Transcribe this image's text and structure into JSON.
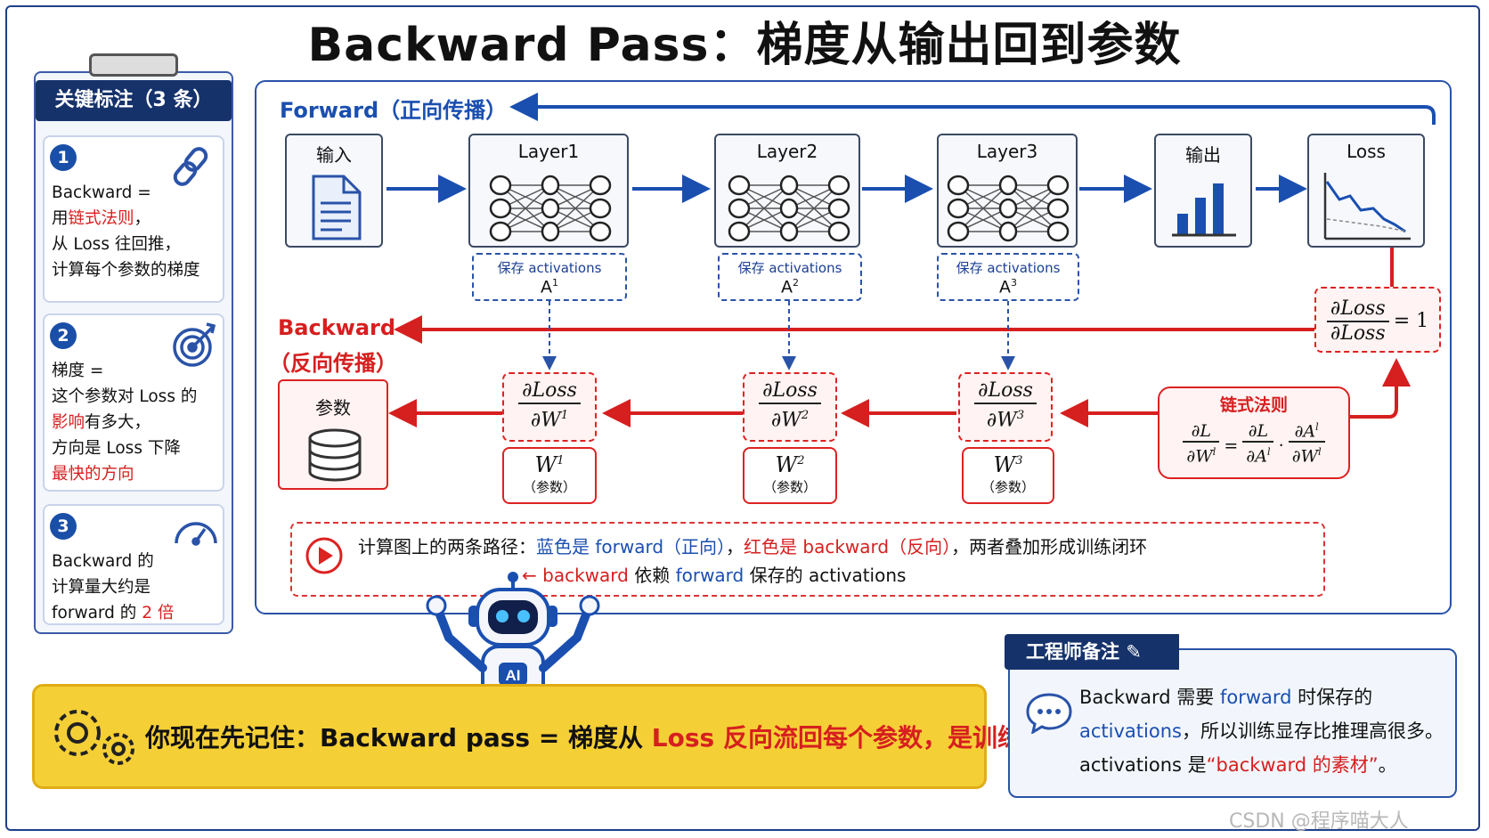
{
  "title": "Backward Pass：梯度从输出回到参数",
  "sidebar": {
    "header": "关键标注（3 条）",
    "items": [
      {
        "num": "1",
        "icon": "chain-link-icon",
        "lines": [
          [
            {
              "t": "Backward =",
              "c": ""
            }
          ],
          [
            {
              "t": "用",
              "c": ""
            },
            {
              "t": "链式法则",
              "c": "red"
            },
            {
              "t": "，",
              "c": ""
            }
          ],
          [
            {
              "t": "从 Loss 往回推，",
              "c": ""
            }
          ],
          [
            {
              "t": "计算每个参数的梯度",
              "c": ""
            }
          ]
        ]
      },
      {
        "num": "2",
        "icon": "target-icon",
        "lines": [
          [
            {
              "t": "梯度 =",
              "c": ""
            }
          ],
          [
            {
              "t": "这个参数对 Loss 的",
              "c": ""
            }
          ],
          [
            {
              "t": "影响",
              "c": "red"
            },
            {
              "t": "有多大，",
              "c": ""
            }
          ],
          [
            {
              "t": "方向是 Loss 下降",
              "c": ""
            }
          ],
          [
            {
              "t": "最快的方向",
              "c": "red"
            }
          ]
        ]
      },
      {
        "num": "3",
        "icon": "speedometer-icon",
        "lines": [
          [
            {
              "t": "Backward 的",
              "c": ""
            }
          ],
          [
            {
              "t": "计算量大约是",
              "c": ""
            }
          ],
          [
            {
              "t": "forward 的 ",
              "c": ""
            },
            {
              "t": "2 倍",
              "c": "red"
            }
          ]
        ]
      }
    ]
  },
  "forward_label": "Forward（正向传播）",
  "backward_label_1": "Backward",
  "backward_label_2": "（反向传播）",
  "nodes": {
    "input": "输入",
    "layer1": "Layer1",
    "layer2": "Layer2",
    "layer3": "Layer3",
    "output": "输出",
    "loss": "Loss",
    "params": "参数"
  },
  "activations": [
    {
      "label": "保存 activations",
      "sym": "A",
      "sup": "1"
    },
    {
      "label": "保存 activations",
      "sym": "A",
      "sup": "2"
    },
    {
      "label": "保存 activations",
      "sym": "A",
      "sup": "3"
    }
  ],
  "gradients": [
    {
      "num": "∂Loss",
      "den": "∂W",
      "sup": "1"
    },
    {
      "num": "∂Loss",
      "den": "∂W",
      "sup": "2"
    },
    {
      "num": "∂Loss",
      "den": "∂W",
      "sup": "3"
    }
  ],
  "weights": [
    {
      "sym": "W",
      "sup": "1",
      "label": "（参数）"
    },
    {
      "sym": "W",
      "sup": "2",
      "label": "（参数）"
    },
    {
      "sym": "W",
      "sup": "3",
      "label": "（参数）"
    }
  ],
  "dloss": {
    "num": "∂Loss",
    "den": "∂Loss",
    "rhs": "= 1"
  },
  "chain_rule": {
    "title": "链式法则",
    "l1_num": "∂L",
    "l1_den": "∂W",
    "r1_num": "∂L",
    "r1_den": "∂A",
    "r2_num": "∂A",
    "r2_den": "∂W",
    "sup": "l",
    "eq": "=",
    "dot": "·"
  },
  "note": {
    "line1": [
      {
        "t": "计算图上的两条路径：",
        "c": ""
      },
      {
        "t": "蓝色是 forward（正向）",
        "c": "blue"
      },
      {
        "t": "，",
        "c": ""
      },
      {
        "t": "红色是 backward（反向）",
        "c": "red"
      },
      {
        "t": "，两者叠加形成训练闭环",
        "c": ""
      }
    ],
    "line2_prefix": "←",
    "line2": [
      {
        "t": "backward",
        "c": "red"
      },
      {
        "t": " 依赖 ",
        "c": ""
      },
      {
        "t": "forward",
        "c": "blue"
      },
      {
        "t": " 保存的 activations",
        "c": ""
      }
    ]
  },
  "robot_badge": "AI",
  "banner": [
    {
      "t": "你现在先记住：Backward pass = 梯度从 ",
      "c": ""
    },
    {
      "t": "Loss 反向流回每个参数，是训练的核心",
      "c": "red"
    }
  ],
  "engineer": {
    "header": "工程师备注",
    "lines": [
      [
        {
          "t": "Backward 需要 ",
          "c": ""
        },
        {
          "t": "forward",
          "c": "blue"
        },
        {
          "t": " 时保存的",
          "c": ""
        }
      ],
      [
        {
          "t": "activations",
          "c": "blue"
        },
        {
          "t": "，所以训练显存比推理高很多。",
          "c": ""
        }
      ],
      [
        {
          "t": "activations 是",
          "c": ""
        },
        {
          "t": "“backward 的素材”",
          "c": "red"
        },
        {
          "t": "。",
          "c": ""
        }
      ]
    ]
  },
  "watermark": "CSDN @程序喵大人",
  "colors": {
    "forward": "#1a4fb0",
    "backward": "#d61f1f",
    "banner": "#f5cf36",
    "navy": "#16326b"
  }
}
